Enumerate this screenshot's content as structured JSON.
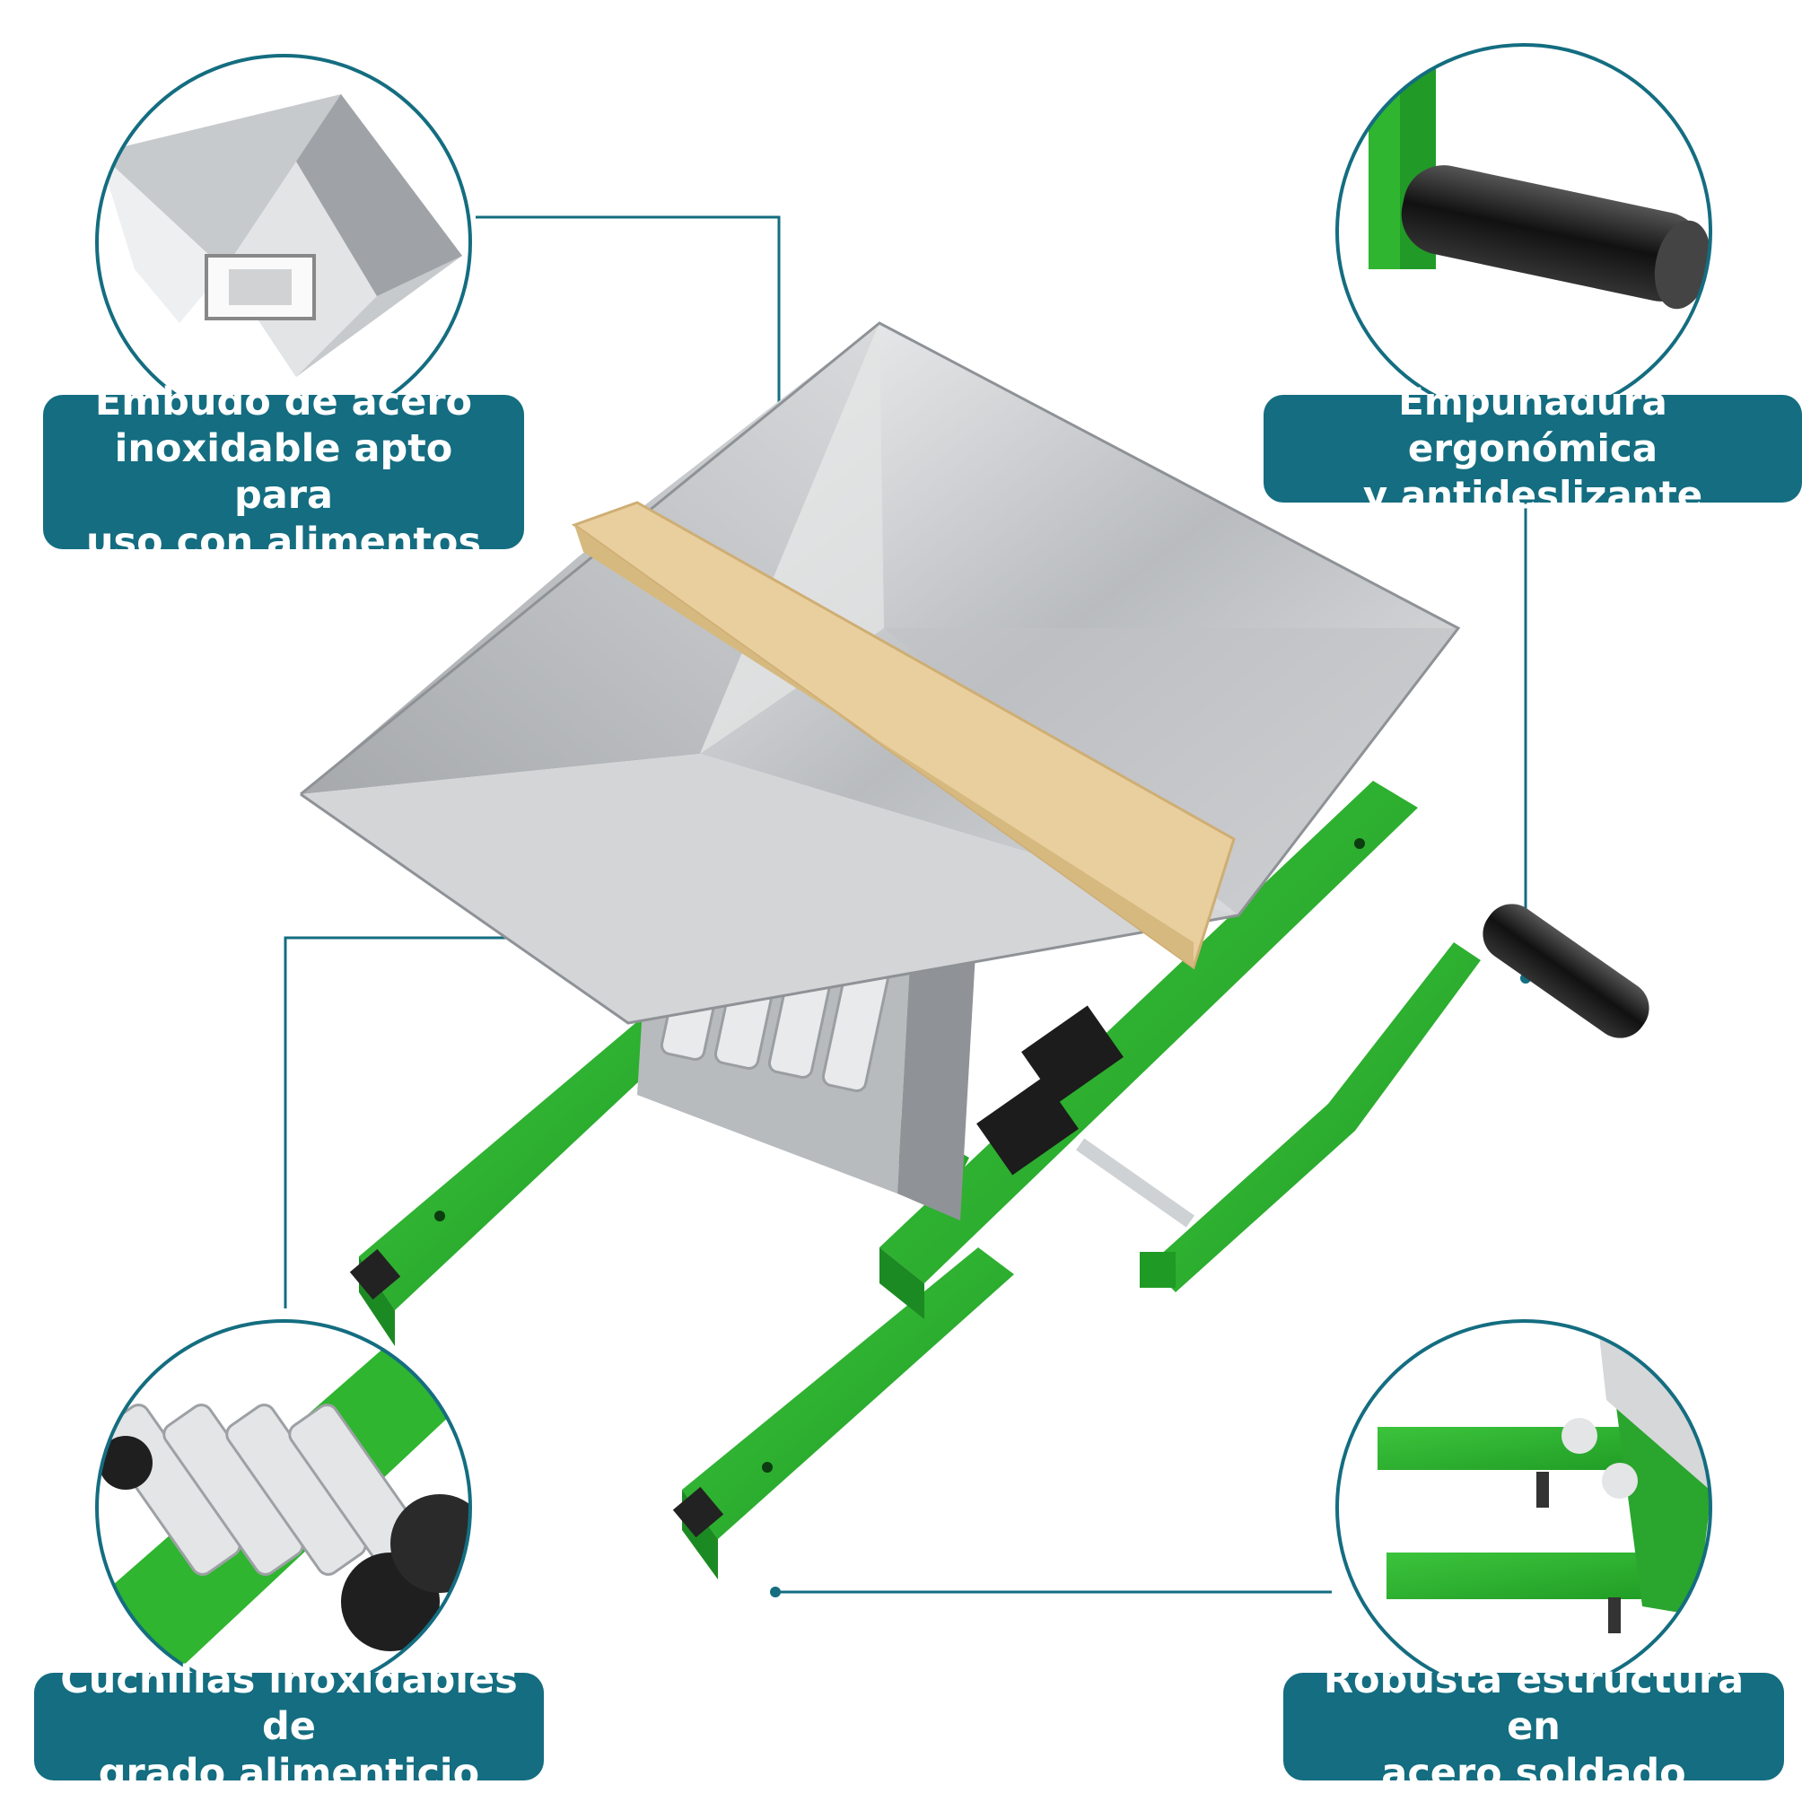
{
  "callouts": {
    "funnel": "Embudo de acero\ninoxidable apto para\nuso con alimentos",
    "handle": "Empuñadura ergonómica\ny antideslizante",
    "blades": "Cuchillas inoxidables de\ngrado alimenticio",
    "frame": "Robusta estructura en\nacero soldado"
  },
  "colors": {
    "callout_bg": "#146d80",
    "callout_text": "#ffffff",
    "frame_green": "#2fb52f",
    "steel": "#c9ccce",
    "wood": "#e9cf9e"
  },
  "icons": [
    "funnel-zoom",
    "handle-zoom",
    "blades-zoom",
    "frame-zoom"
  ]
}
